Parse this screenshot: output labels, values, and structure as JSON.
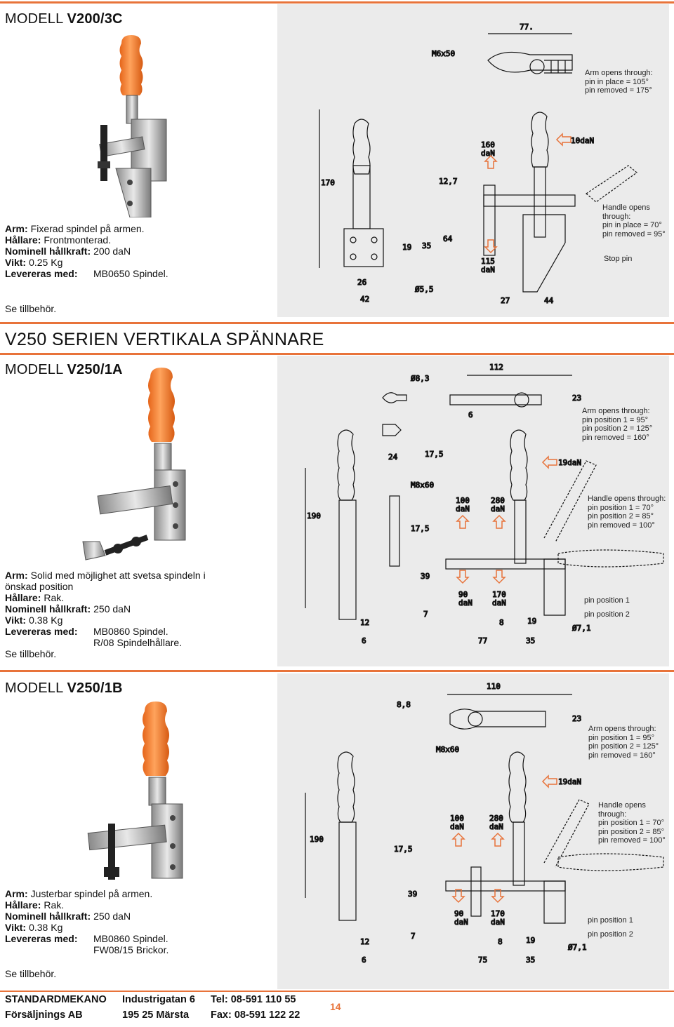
{
  "models": [
    {
      "prefix": "MODELL ",
      "code": "V200/3C",
      "specs": {
        "arm_label": "Arm:",
        "arm_value": "Fixerad spindel på armen.",
        "holder_label": "Hållare:",
        "holder_value": "Frontmonterad.",
        "force_label": "Nominell hållkraft:",
        "force_value": "200 daN",
        "weight_label": "Vikt:",
        "weight_value": "0.25 Kg",
        "delivered_label": "Levereras med:",
        "delivered_value": "MB0650 Spindel.",
        "see": "Se tillbehör."
      },
      "notes": {
        "arm": [
          "Arm opens through:",
          "pin in place = 105°",
          "pin removed = 175°"
        ],
        "handle": [
          "Handle opens",
          "through:",
          "pin in place = 70°",
          "pin removed = 95°"
        ],
        "stop": "Stop pin"
      },
      "dims": {
        "d77": "77.",
        "m6x50": "M6x50",
        "d170": "170",
        "d12_7": "12,7",
        "d160": "160",
        "dan1": "daN",
        "d19": "19",
        "d35": "35",
        "d64": "64",
        "d115": "115",
        "dan2": "daN",
        "d26": "26",
        "d42": "42",
        "d5_5": "Ø5,5",
        "d27": "27",
        "d44": "44",
        "f10": "10daN"
      }
    },
    {
      "prefix": "MODELL ",
      "code": "V250/1A",
      "specs": {
        "arm_label": "Arm:",
        "arm_value": "Solid med möjlighet att svetsa spindeln i",
        "arm_value2": "önskad position",
        "holder_label": "Hållare:",
        "holder_value": "Rak.",
        "force_label": "Nominell hållkraft:",
        "force_value": "250 daN",
        "weight_label": "Vikt:",
        "weight_value": "0.38 Kg",
        "delivered_label": "Levereras med:",
        "delivered_value": "MB0860 Spindel.",
        "delivered_value2": "R/08 Spindelhållare.",
        "see": "Se tillbehör."
      },
      "notes": {
        "arm": [
          "Arm opens through:",
          "pin position 1 = 95°",
          "pin position 2 = 125°",
          "pin removed  = 160°"
        ],
        "handle": [
          "Handle opens through:",
          "pin position 1 = 70°",
          "pin position 2 = 85°",
          "pin removed  = 100°"
        ],
        "pin1": "pin position 1",
        "pin2": "pin position 2"
      },
      "dims": {
        "d8_3": "Ø8,3",
        "d112": "112",
        "d23": "23",
        "d6": "6",
        "d24": "24",
        "d17_5a": "17,5",
        "f19": "19daN",
        "m8x60": "M8x60",
        "d190": "190",
        "d100": "100",
        "dan1": "daN",
        "d280": "280",
        "dan2": "daN",
        "d17_5b": "17,5",
        "d39": "39",
        "d90": "90",
        "dan3": "daN",
        "d170": "170",
        "dan4": "daN",
        "d7": "7",
        "d12": "12",
        "d6b": "6",
        "d8": "8",
        "d19": "19",
        "d77": "77",
        "d35": "35",
        "d7_1": "Ø7,1"
      }
    },
    {
      "prefix": "MODELL ",
      "code": "V250/1B",
      "specs": {
        "arm_label": "Arm:",
        "arm_value": "Justerbar spindel på armen.",
        "holder_label": "Hållare:",
        "holder_value": "Rak.",
        "force_label": "Nominell hållkraft:",
        "force_value": "250 daN",
        "weight_label": "Vikt:",
        "weight_value": "0.38 Kg",
        "delivered_label": "Levereras med:",
        "delivered_value": "MB0860 Spindel.",
        "delivered_value2": "FW08/15 Brickor.",
        "see": "Se tillbehör."
      },
      "notes": {
        "arm": [
          "Arm opens through:",
          "pin position 1 = 95°",
          "pin position 2 = 125°",
          "pin removed  = 160°"
        ],
        "handle": [
          "Handle opens",
          "through:",
          "pin position 1 = 70°",
          "pin position 2 = 85°",
          "pin removed  = 100°"
        ],
        "pin1": "pin position 1",
        "pin2": "pin position 2"
      },
      "dims": {
        "d110": "110",
        "d8_8": "8,8",
        "d23": "23",
        "m8x60": "M8x60",
        "f19": "19daN",
        "d190": "190",
        "d100": "100",
        "dan1": "daN",
        "d280": "280",
        "dan2": "daN",
        "d17_5": "17,5",
        "d39": "39",
        "d90": "90",
        "dan3": "daN",
        "d170": "170",
        "dan4": "daN",
        "d7": "7",
        "d12": "12",
        "d6": "6",
        "d8": "8",
        "d19": "19",
        "d75": "75",
        "d35": "35",
        "d7_1": "Ø7,1"
      }
    }
  ],
  "series_title": "V250 SERIEN VERTIKALA SPÄNNARE",
  "footer": {
    "company": "STANDARDMEKANO",
    "company2": "Försäljnings AB",
    "street": "Industrigatan 6",
    "city": "195 25 Märsta",
    "tel": "Tel: 08-591 110 55",
    "fax": "Fax: 08-591 122 22",
    "page": "14"
  },
  "colors": {
    "accent": "#e8733a",
    "handle": "#f07a2a",
    "panel": "#ebebeb"
  },
  "icons": [
    "arrow-up-icon",
    "arrow-down-icon",
    "arrow-left-icon"
  ]
}
